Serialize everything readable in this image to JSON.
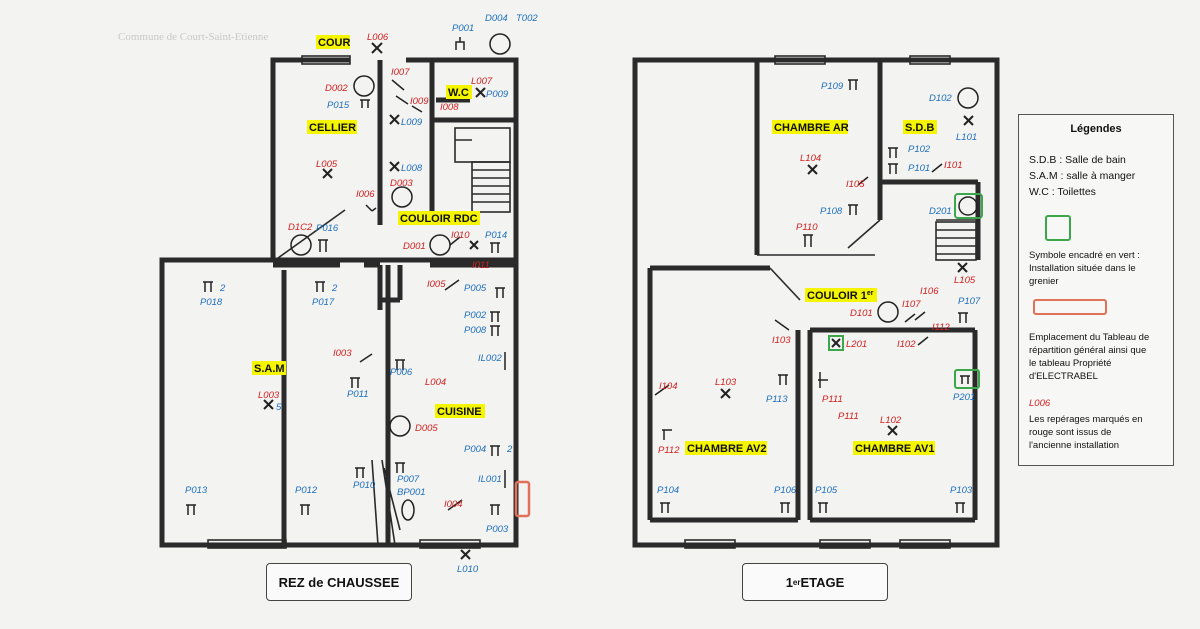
{
  "header_ghost": "Commune de Court-Saint-Etienne",
  "plates": {
    "ground": "REZ de CHAUSSEE",
    "first_prefix": "1",
    "first_sup": "er",
    "first_suffix": " ETAGE"
  },
  "rooms_ground": {
    "cour": "COUR",
    "cellier": "CELLIER",
    "wc": "W.C",
    "couloir": "COULOIR  RDC",
    "sam": "S.A.M",
    "cuisine": "CUISINE"
  },
  "rooms_first": {
    "chambre_ar": "CHAMBRE AR",
    "sdb": "S.D.B",
    "couloir": "COULOIR  1",
    "couloir_sup": "er",
    "chambre_av2": "CHAMBRE AV2",
    "chambre_av1": "CHAMBRE AV1"
  },
  "labels_ground": {
    "L006": "L006",
    "P001": "P001",
    "D004": "D004",
    "T002": "T002",
    "D002": "D002",
    "L007": "L007",
    "I007": "I007",
    "P015": "P015",
    "I009": "I009",
    "I008": "I008",
    "P009": "P009",
    "L009": "L009",
    "L005": "L005",
    "L008": "L008",
    "D003": "D003",
    "I006": "I006",
    "D1C2": "D1C2",
    "P016": "P016",
    "D001": "D001",
    "I010": "I010",
    "P014": "P014",
    "I011": "I011",
    "P018": "P018",
    "P017": "P017",
    "I005": "I005",
    "P005": "P005",
    "P002": "P002",
    "P008": "P008",
    "IL002": "IL002",
    "I003": "I003",
    "P006": "P006",
    "P011": "P011",
    "L003": "L003",
    "L004": "L004",
    "D005": "D005",
    "P004": "P004",
    "IL001": "IL001",
    "P013": "P013",
    "P012": "P012",
    "P010": "P010",
    "P007": "P007",
    "BP001": "BP001",
    "I004": "I004",
    "P003": "P003",
    "L010": "L010",
    "x2a": "2",
    "x2b": "2",
    "x5": "5",
    "x2c": "2"
  },
  "labels_first": {
    "P109": "P109",
    "D102": "D102",
    "L101": "L101",
    "L104": "L104",
    "P102": "P102",
    "P101": "P101",
    "I101": "I101",
    "I105": "I105",
    "P108": "P108",
    "D201": "D201",
    "P110": "P110",
    "L105": "L105",
    "I106": "I106",
    "P107": "P107",
    "D101": "D101",
    "I107": "I107",
    "I112": "I112",
    "I103": "I103",
    "L201": "L201",
    "I102": "I102",
    "I104": "I104",
    "L103": "L103",
    "P113": "P113",
    "P111a": "P111",
    "P201": "P201",
    "P111b": "P111",
    "L102": "L102",
    "P112": "P112",
    "P104": "P104",
    "P106": "P106",
    "P105": "P105",
    "P103": "P103"
  },
  "legend": {
    "title": "Légendes",
    "sdb": "S.D.B : Salle de bain",
    "sam": "S.A.M : salle à manger",
    "wc": "W.C : Toilettes",
    "green_1": "Symbole encadré  en vert :",
    "green_2": "Installation située dans le",
    "green_3": "grenier",
    "orange_1": "Emplacement du Tableau de",
    "orange_2": "répartition général ainsi que",
    "orange_3": "le tableau Propriété",
    "orange_4": "d'ELECTRABEL",
    "red_code": "L006",
    "red_1": "Les repérages marqués en",
    "red_2": "rouge sont issus de",
    "red_3": "l'ancienne installation"
  },
  "colors": {
    "highlight": "#f5f500",
    "blue_label": "#1d6fbf",
    "red_label": "#d32020",
    "green_frame": "#3aa84a",
    "orange_frame": "#e0725a"
  }
}
